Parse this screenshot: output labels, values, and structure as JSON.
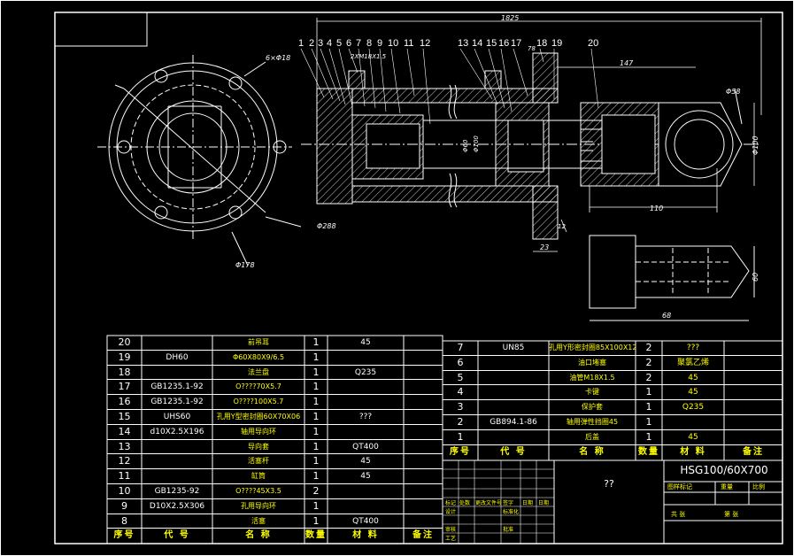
{
  "drawing": {
    "callouts": [
      "1",
      "2",
      "3",
      "4",
      "5",
      "6",
      "7",
      "8",
      "9",
      "10",
      "11",
      "12",
      "13",
      "14",
      "15",
      "16",
      "17",
      "18",
      "19",
      "20"
    ],
    "dims": {
      "overall_length": "1825",
      "bolt_holes": "6×Φ18",
      "port_thread": "2XM18X1.5",
      "len_147": "147",
      "len_78": "78",
      "bore_58": "Φ58",
      "eye_100": "Φ100",
      "len_110": "110",
      "len_12": "12",
      "len_23": "23",
      "flange_288": "Φ288",
      "pcd_178": "Φ178",
      "rod_60": "Φ60",
      "bore_100": "Φ100",
      "side_60": "60",
      "side_68": "68"
    }
  },
  "bom_left": {
    "rows": [
      {
        "no": "20",
        "code": "",
        "name": "前吊耳",
        "qty": "1",
        "mat": "45",
        "note": ""
      },
      {
        "no": "19",
        "code": "DH60",
        "name": "Φ60X80X9/6.5",
        "qty": "1",
        "mat": "",
        "note": ""
      },
      {
        "no": "18",
        "code": "",
        "name": "法兰盘",
        "qty": "1",
        "mat": "Q235",
        "note": ""
      },
      {
        "no": "17",
        "code": "GB1235.1-92",
        "name": "O????70X5.7",
        "qty": "1",
        "mat": "",
        "note": ""
      },
      {
        "no": "16",
        "code": "GB1235.1-92",
        "name": "O????100X5.7",
        "qty": "1",
        "mat": "",
        "note": ""
      },
      {
        "no": "15",
        "code": "UHS60",
        "name": "孔用Y型密封圈60X70X06",
        "qty": "1",
        "mat": "???",
        "note": ""
      },
      {
        "no": "14",
        "code": "d10X2.5X196",
        "name": "轴用导向环",
        "qty": "1",
        "mat": "",
        "note": ""
      },
      {
        "no": "13",
        "code": "",
        "name": "导向套",
        "qty": "1",
        "mat": "QT400",
        "note": ""
      },
      {
        "no": "12",
        "code": "",
        "name": "活塞杆",
        "qty": "1",
        "mat": "45",
        "note": ""
      },
      {
        "no": "11",
        "code": "",
        "name": "缸筒",
        "qty": "1",
        "mat": "45",
        "note": ""
      },
      {
        "no": "10",
        "code": "GB1235-92",
        "name": "O????45X3.5",
        "qty": "2",
        "mat": "",
        "note": ""
      },
      {
        "no": "9",
        "code": "D10X2.5X306",
        "name": "孔用导向环",
        "qty": "1",
        "mat": "",
        "note": ""
      },
      {
        "no": "8",
        "code": "",
        "name": "活塞",
        "qty": "1",
        "mat": "QT400",
        "note": ""
      }
    ],
    "header": {
      "no": "序号",
      "code": "代  号",
      "name": "名  称",
      "qty": "数量",
      "mat": "材  料",
      "note": "备注"
    }
  },
  "bom_right": {
    "rows": [
      {
        "no": "7",
        "code": "UN85",
        "name": "孔用Y形密封圈85X100X12",
        "qty": "2",
        "mat": "???"
      },
      {
        "no": "6",
        "code": "",
        "name": "油口堵塞",
        "qty": "2",
        "mat": "聚氯乙烯"
      },
      {
        "no": "5",
        "code": "",
        "name": "油管M18X1.5",
        "qty": "2",
        "mat": "45"
      },
      {
        "no": "4",
        "code": "",
        "name": "卡键",
        "qty": "1",
        "mat": "45"
      },
      {
        "no": "3",
        "code": "",
        "name": "保护套",
        "qty": "1",
        "mat": "Q235"
      },
      {
        "no": "2",
        "code": "GB894.1-86",
        "name": "轴用弹性挡圈45",
        "qty": "1",
        "mat": ""
      },
      {
        "no": "1",
        "code": "",
        "name": "后盖",
        "qty": "1",
        "mat": "45"
      }
    ],
    "header": {
      "no": "序号",
      "code": "代  号",
      "name": "名  称",
      "qty": "数量",
      "mat": "材  料",
      "note": "备注"
    }
  },
  "title_block": {
    "drawing_no": "HSG100/60X700",
    "name_placeholder": "??",
    "labels": {
      "stage": "图样标记",
      "weight": "重量",
      "scale": "比例",
      "sheet": "共 张",
      "page": "第 张"
    },
    "sign_rows": [
      "标记",
      "设计",
      "审核",
      "工艺"
    ],
    "sign_cols": [
      "处数",
      "更改文件号",
      "签字",
      "日期"
    ],
    "sign_extra": [
      "标准化",
      "批准",
      "日期"
    ]
  }
}
